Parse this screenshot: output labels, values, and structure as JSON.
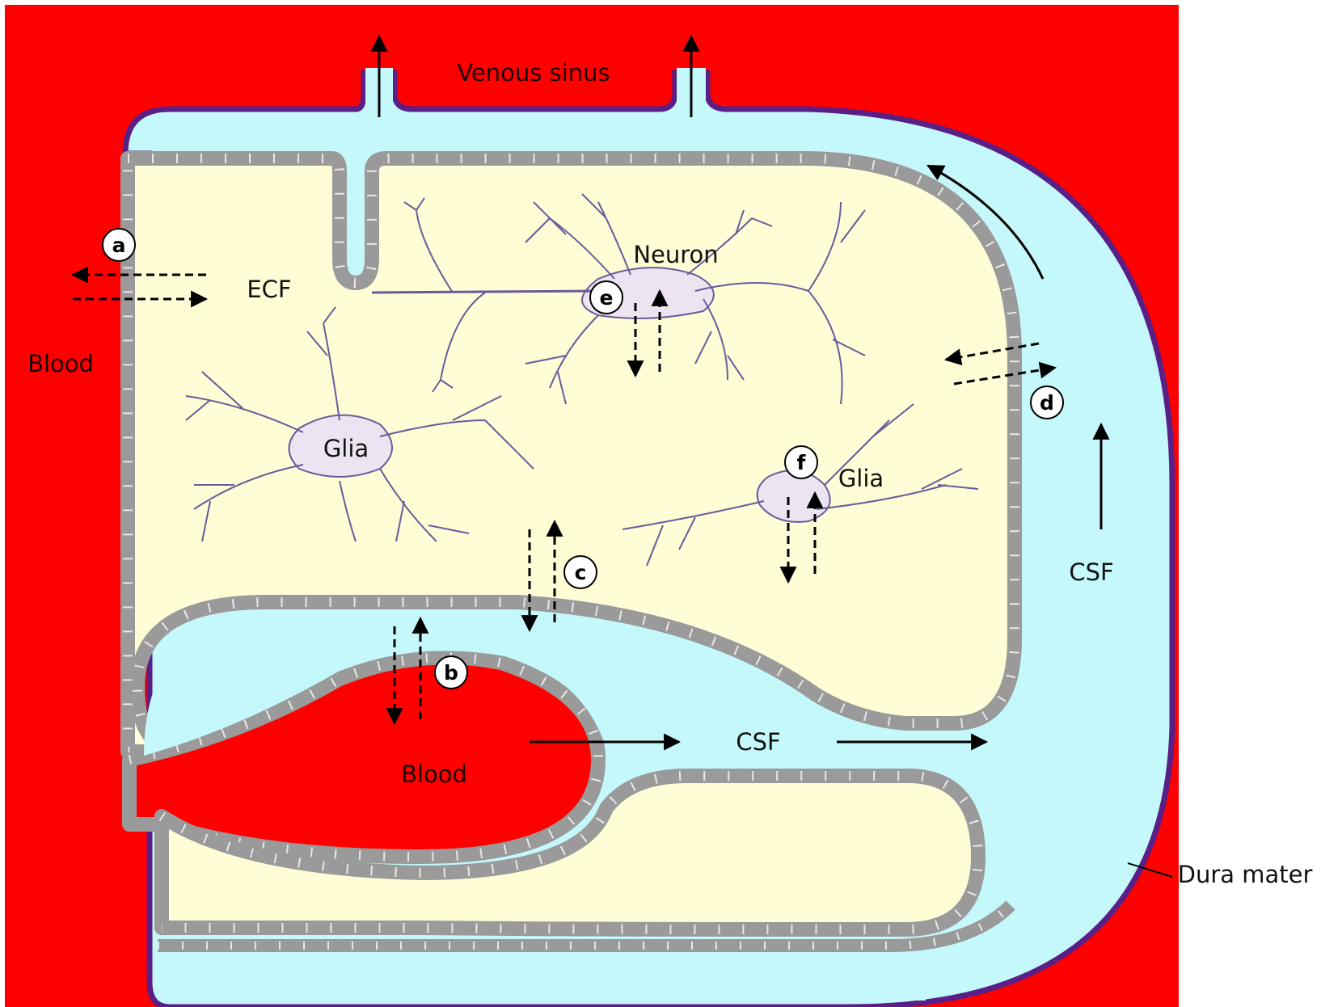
{
  "labels": {
    "venous_sinus": "Venous sinus",
    "ecf": "ECF",
    "blood_left": "Blood",
    "blood_bottom": "Blood",
    "neuron": "Neuron",
    "glia_left": "Glia",
    "glia_right": "Glia",
    "csf_right": "CSF",
    "csf_bottom": "CSF",
    "dura_mater": "Dura mater"
  },
  "markers": [
    "a",
    "b",
    "c",
    "d",
    "e",
    "f"
  ],
  "colors": {
    "blood": "#ff0000",
    "csf": "#c4f8fa",
    "ecf": "#fefdd6",
    "epithelium": "#e8e8e8",
    "epithelium_border": "#9a9a9a",
    "dura_mater": "#5a1f86",
    "cell": "#ece4f0",
    "cell_outline": "#6b5a9a"
  }
}
